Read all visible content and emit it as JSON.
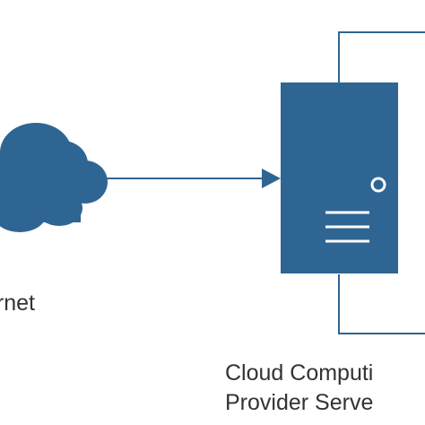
{
  "nodes": {
    "internet": {
      "label": "ernet",
      "icon": "cloud-icon",
      "color": "#2f6592"
    },
    "server": {
      "label_line1": "Cloud Computi",
      "label_line2": "Provider Serve",
      "icon": "server-icon",
      "color": "#2f6592"
    }
  },
  "edges": [
    {
      "from": "internet",
      "to": "server",
      "style": "arrow",
      "color": "#2f6592"
    }
  ]
}
